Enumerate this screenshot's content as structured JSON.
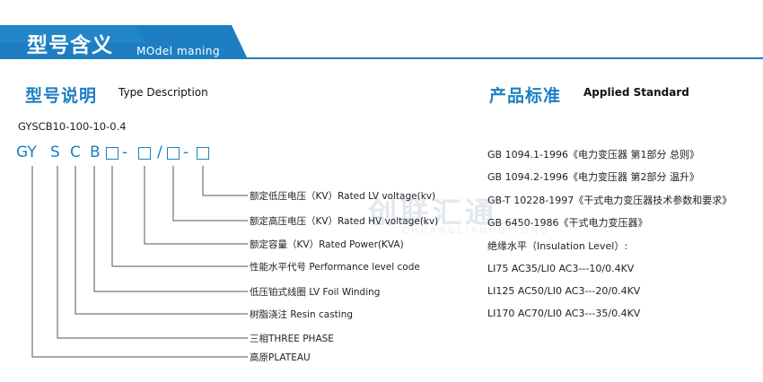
{
  "header": {
    "title": "型号含义",
    "subtitle": "MOdel maning",
    "bar_color": "#1d7fc2"
  },
  "type_section": {
    "title_cn": "型号说明",
    "title_en": "Type Description",
    "example_model": "GYSCB10-100-10-0.4",
    "code": {
      "gy": "GY",
      "s": "S",
      "c": "C",
      "b": "B",
      "dash1": "-",
      "slash": "/",
      "dash2": "-"
    },
    "descriptions": [
      "额定低压电压（KV）Rated LV voltage(kv)",
      "额定高压电压（KV）Rated HV voltage(kv)",
      "额定容量（KV）Rated Power(KVA)",
      "性能水平代号 Performance level code",
      "低压铂式线圈 LV Foil Winding",
      "树脂浇注 Resin casting",
      "三相THREE PHASE",
      "高原PLATEAU"
    ]
  },
  "standard_section": {
    "title_cn": "产品标准",
    "title_en": "Applied Standard",
    "standards": [
      "GB 1094.1-1996《电力变压器 第1部分 总则》",
      "GB 1094.2-1996《电力变压器 第2部分 温升》",
      "GB-T 10228-1997《干式电力变压器技术参数和要求》",
      "GB 6450-1986《干式电力变压器》"
    ],
    "insulation_title": "绝缘水平（Insulation Level）:",
    "insulation": [
      "LI75 AC35/LI0 AC3---10/0.4KV",
      "LI125 AC50/LI0 AC3---20/0.4KV",
      "LI170 AC70/LI0 AC3---35/0.4KV"
    ]
  },
  "watermark": {
    "text": "创联汇通",
    "sub": "CHUANGLIANHUITONG"
  },
  "colors": {
    "accent": "#1d7fc2",
    "text": "#222222"
  }
}
